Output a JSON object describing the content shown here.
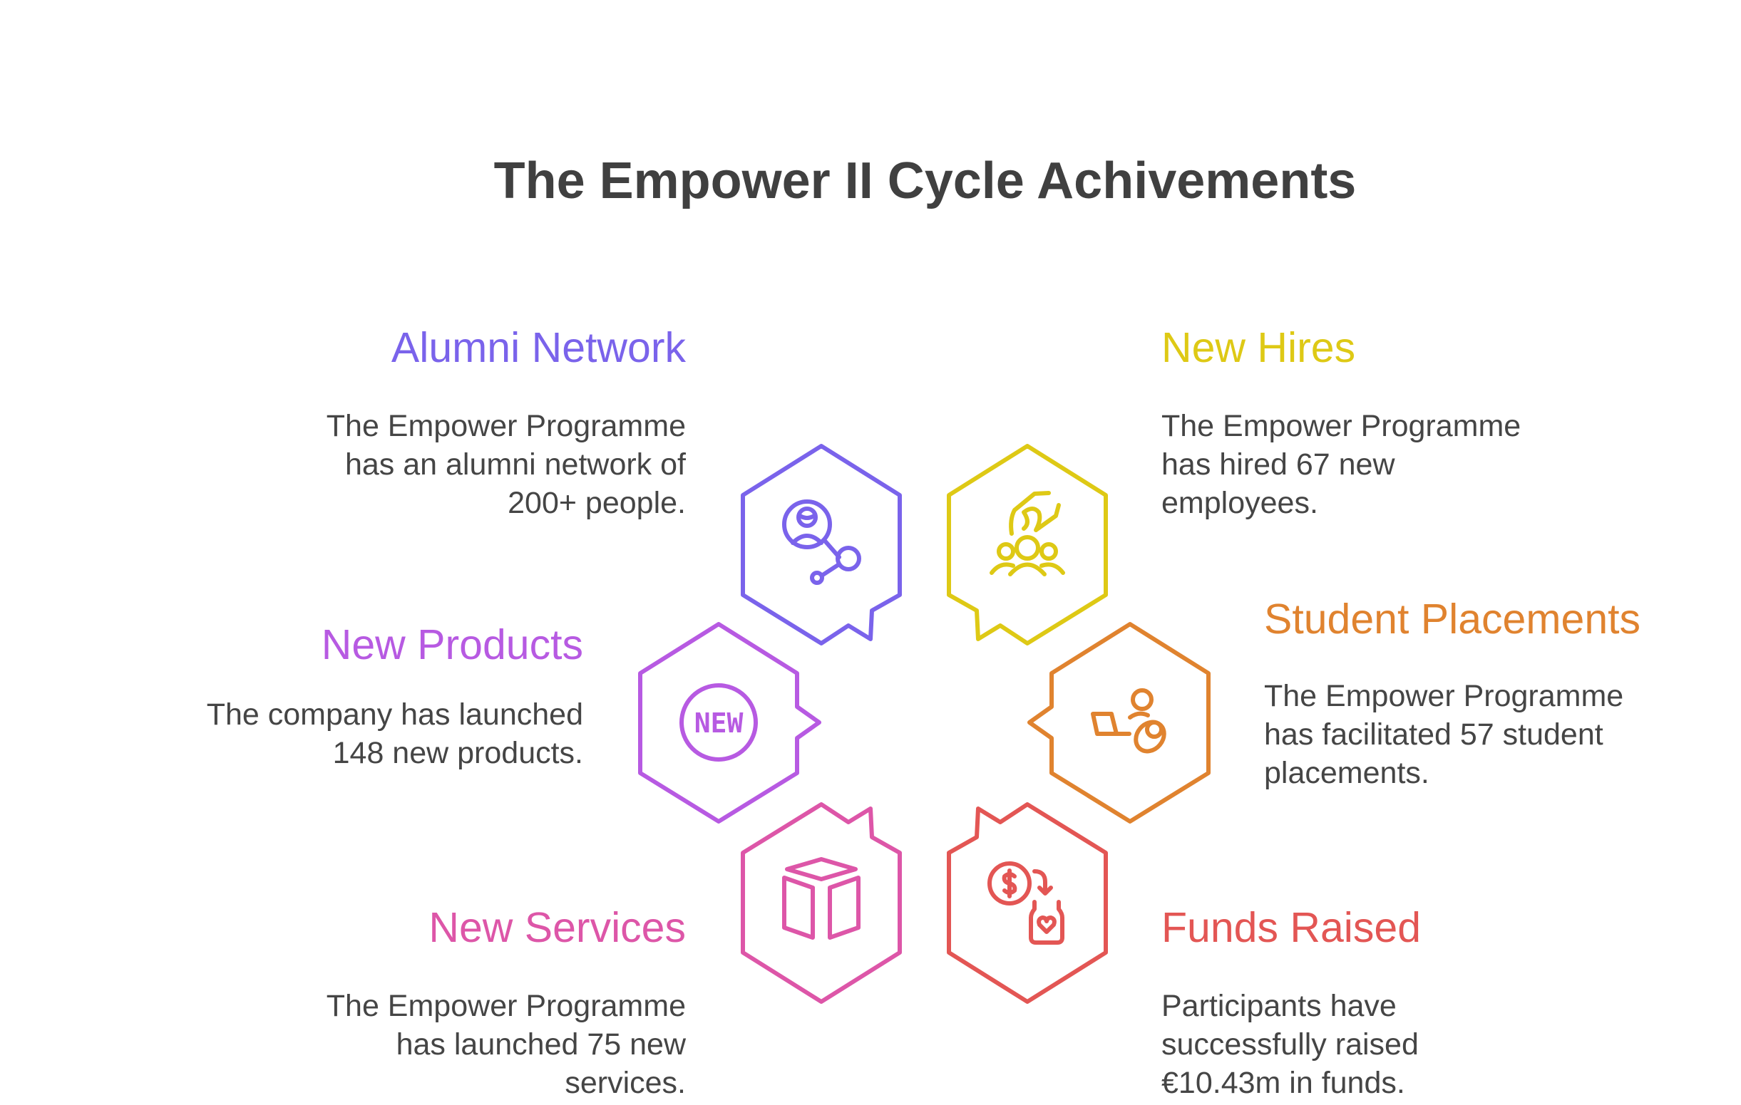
{
  "title": "The Empower II Cycle Achivements",
  "items": [
    {
      "key": "alumni",
      "heading": "Alumni Network",
      "color": "#7A63EB",
      "icon": "network-person-icon",
      "lines": [
        "The Empower Programme",
        "has an alumni network of",
        "200+ people."
      ]
    },
    {
      "key": "hires",
      "heading": "New Hires",
      "color": "#DEC915",
      "icon": "hiring-hand-group-icon",
      "lines": [
        "The Empower Programme",
        "has hired 67 new",
        "employees."
      ]
    },
    {
      "key": "products",
      "heading": "New Products",
      "color": "#B75AE2",
      "icon": "new-badge-icon",
      "badge": "NEW",
      "lines": [
        "The company has launched",
        "148 new products."
      ]
    },
    {
      "key": "placements",
      "heading": "Student Placements",
      "color": "#E0832F",
      "icon": "student-laptop-icon",
      "lines": [
        "The Empower Programme",
        "has facilitated 57 student",
        "placements."
      ]
    },
    {
      "key": "services",
      "heading": "New Services",
      "color": "#DD56A8",
      "icon": "open-box-icon",
      "lines": [
        "The Empower Programme",
        "has launched 75 new",
        "services."
      ]
    },
    {
      "key": "funds",
      "heading": "Funds Raised",
      "color": "#E35654",
      "icon": "donation-jar-icon",
      "lines": [
        "Participants have",
        "successfully raised",
        "€10.43m in funds."
      ]
    }
  ]
}
